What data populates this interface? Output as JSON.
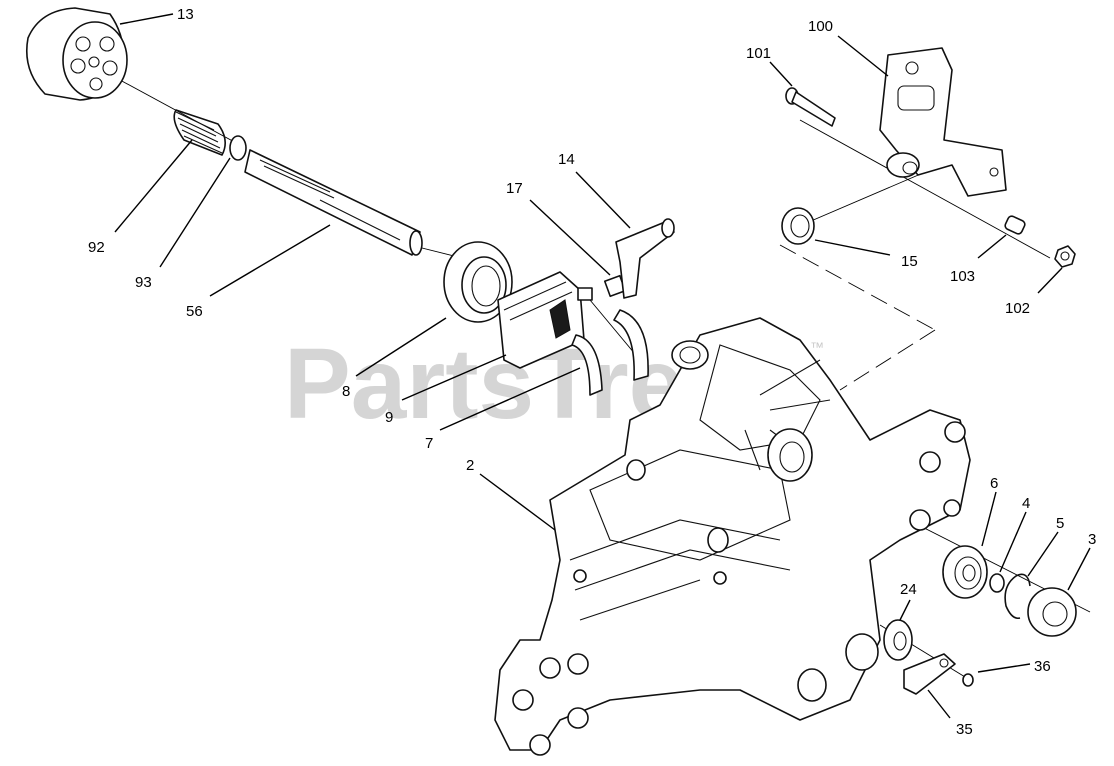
{
  "watermark": {
    "text": "PartsTree",
    "trademark": "™"
  },
  "callouts": {
    "c13": "13",
    "c92": "92",
    "c93": "93",
    "c56": "56",
    "c8": "8",
    "c9": "9",
    "c7": "7",
    "c2": "2",
    "c17": "17",
    "c14": "14",
    "c100": "100",
    "c101": "101",
    "c15": "15",
    "c103": "103",
    "c102": "102",
    "c6": "6",
    "c4": "4",
    "c5": "5",
    "c3": "3",
    "c24": "24",
    "c36": "36",
    "c35": "35"
  }
}
